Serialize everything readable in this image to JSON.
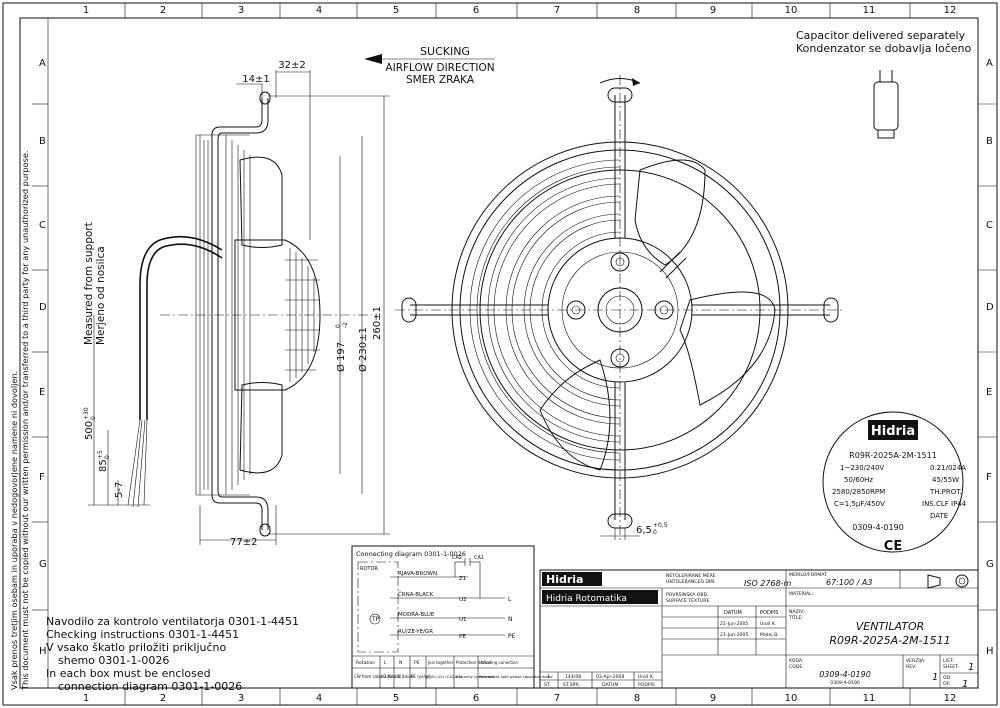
{
  "frame": {
    "columns": [
      "1",
      "2",
      "3",
      "4",
      "5",
      "6",
      "7",
      "8",
      "9",
      "10",
      "11",
      "12"
    ],
    "rows": [
      "A",
      "B",
      "C",
      "D",
      "E",
      "F",
      "G",
      "H"
    ]
  },
  "side_notice": {
    "line1": "Vsak prenos tretjim osebam in uporaba v nedogovorjene namene ni dovoljen.",
    "line2": "This document must not be copied without our written permission and/or transferred to a third party for any unauthorized purpose."
  },
  "airflow": {
    "line1": "SUCKING",
    "line2": "AIRFLOW DIRECTION",
    "line3": "SMER ZRAKA"
  },
  "capacitor_note": {
    "line1": "Capacitor delivered separately",
    "line2": "Kondenzator se dobavlja ločeno"
  },
  "dimensions": {
    "d32": "32±2",
    "d14": "14±1",
    "d197": "Ø 197",
    "d197_tol": "0",
    "d197_tol2": "-2",
    "d230": "Ø 230±1",
    "d260": "260±1",
    "d77": "77±2",
    "d65": "6,5",
    "d65_tol": "+0,5",
    "d65_tol2": "0",
    "d500": "500",
    "d500_tol": "+30",
    "d500_tol2": "0",
    "d85": "85",
    "d85_tol": "+5",
    "d85_tol2": "0",
    "d57": "5-7"
  },
  "measured_note": {
    "line1": "Measured from support",
    "line2": "Merjeno od nosilca"
  },
  "label_plate": {
    "brand": "Hidria",
    "model": "R09R-2025A-2M-1511",
    "left": [
      "1~230/240V",
      "50/60Hz",
      "2580/2850RPM",
      "C=1,5µF/450V"
    ],
    "right": [
      "0.21/024A",
      "45/55W",
      "TH.PROT.",
      "INS.CLF IP44",
      "DATE"
    ],
    "code": "0309-4-0190",
    "ce": "CE"
  },
  "connection": {
    "title": "Connecting diagram 0301-1-0026",
    "ca": "CA2",
    "ca1": "CA1",
    "wires": [
      "RJAVA-BROWN",
      "ČRNA-BLACK",
      "MODRA-BLUE",
      "RU/ZE-YE/GR"
    ],
    "terms": [
      "Z1",
      "U2",
      "U1",
      "PE"
    ],
    "ends": [
      "L",
      "N",
      "PE"
    ],
    "rotor": "ROTOR",
    "tp": "TP",
    "table_head": [
      "Rotation",
      "L",
      "N",
      "PE",
      "Jois together",
      "Protection device",
      "Winding conection"
    ],
    "table_row": [
      "CW from cable side",
      "U2 (black)",
      "U1 (blue)",
      "PE (ye/gr)",
      "(CA1,U2) (CA2,Z1)",
      "internally connected",
      "Permanent split phase capacitor motor"
    ]
  },
  "instructions": [
    "Navodilo za kontrolo ventilatorja 0301-1-4451",
    "Checking instructions 0301-1-4451",
    "V vsako škatlo priložiti priključno",
    "shemo 0301-1-0026",
    "In each box must be enclosed",
    "connection diagram 0301-1-0026"
  ],
  "title_block": {
    "logo1": "Hidria",
    "logo2": "Hidria Rotomatika",
    "tol_label": "NETOLERIRANE MERE",
    "tol_label2": "UNTOLERANCED DIM.",
    "iso": "ISO 2768-m",
    "surface1": "POVRŠINSKA OBD.",
    "surface2": "SURFACE TEXTURE",
    "scale_label": "MERILO/FORMAT",
    "scale": "67:100 / A3",
    "material": "MATERIAL:",
    "datum_head": "DATUM",
    "podpis_head": "PODPIS",
    "row1": [
      "21-Jun-2005",
      "Uroš K."
    ],
    "row2": [
      "21-Jun-2005",
      "Matej B."
    ],
    "naziv_label": "NAZIV:",
    "title_label": "TITLE:",
    "title1": "VENTILATOR",
    "title2": "R09R-2025A-2M-1511",
    "koda_label": "KODA:",
    "code_label": "CODE:",
    "code": "0309-4-0190",
    "code_small": "0309-4-0190",
    "verzija_label": "VERZIJA:",
    "rev_label": "REV:",
    "rev": "1",
    "list_label": "LIST:",
    "sheet_label": "SHEET:",
    "sheet": "1",
    "od_label": "OD:",
    "of_label": "OF:",
    "of": "1",
    "revision": [
      "1",
      "144/08",
      "03-Apr-2008",
      "Uroš K."
    ],
    "rev_head": [
      "ST.",
      "ST.SPR.",
      "DATUM",
      "PODPIS"
    ]
  },
  "colors": {
    "ink": "#111111",
    "paper": "#ffffff"
  }
}
